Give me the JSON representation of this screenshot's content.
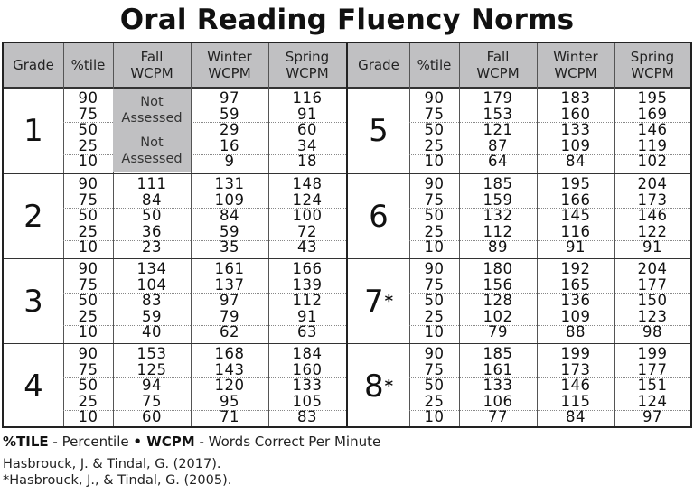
{
  "title": "Oral Reading Fluency Norms",
  "headers": {
    "grade": "Grade",
    "percentile": "%tile",
    "fall": [
      "Fall",
      "WCPM"
    ],
    "winter": [
      "Winter",
      "WCPM"
    ],
    "spring": [
      "Spring",
      "WCPM"
    ]
  },
  "percentiles": [
    "90",
    "75",
    "50",
    "25",
    "10"
  ],
  "not_assessed": [
    "Not",
    "Assessed"
  ],
  "left_grades": [
    {
      "grade": "1",
      "star": "",
      "fall": null,
      "winter": [
        "97",
        "59",
        "29",
        "16",
        "9"
      ],
      "spring": [
        "116",
        "91",
        "60",
        "34",
        "18"
      ]
    },
    {
      "grade": "2",
      "star": "",
      "fall": [
        "111",
        "84",
        "50",
        "36",
        "23"
      ],
      "winter": [
        "131",
        "109",
        "84",
        "59",
        "35"
      ],
      "spring": [
        "148",
        "124",
        "100",
        "72",
        "43"
      ]
    },
    {
      "grade": "3",
      "star": "",
      "fall": [
        "134",
        "104",
        "83",
        "59",
        "40"
      ],
      "winter": [
        "161",
        "137",
        "97",
        "79",
        "62"
      ],
      "spring": [
        "166",
        "139",
        "112",
        "91",
        "63"
      ]
    },
    {
      "grade": "4",
      "star": "",
      "fall": [
        "153",
        "125",
        "94",
        "75",
        "60"
      ],
      "winter": [
        "168",
        "143",
        "120",
        "95",
        "71"
      ],
      "spring": [
        "184",
        "160",
        "133",
        "105",
        "83"
      ]
    }
  ],
  "right_grades": [
    {
      "grade": "5",
      "star": "",
      "fall": [
        "179",
        "153",
        "121",
        "87",
        "64"
      ],
      "winter": [
        "183",
        "160",
        "133",
        "109",
        "84"
      ],
      "spring": [
        "195",
        "169",
        "146",
        "119",
        "102"
      ]
    },
    {
      "grade": "6",
      "star": "",
      "fall": [
        "185",
        "159",
        "132",
        "112",
        "89"
      ],
      "winter": [
        "195",
        "166",
        "145",
        "116",
        "91"
      ],
      "spring": [
        "204",
        "173",
        "146",
        "122",
        "91"
      ]
    },
    {
      "grade": "7",
      "star": "*",
      "fall": [
        "180",
        "156",
        "128",
        "102",
        "79"
      ],
      "winter": [
        "192",
        "165",
        "136",
        "109",
        "88"
      ],
      "spring": [
        "204",
        "177",
        "150",
        "123",
        "98"
      ]
    },
    {
      "grade": "8",
      "star": "*",
      "fall": [
        "185",
        "161",
        "133",
        "106",
        "77"
      ],
      "winter": [
        "199",
        "173",
        "146",
        "115",
        "84"
      ],
      "spring": [
        "199",
        "177",
        "151",
        "124",
        "97"
      ]
    }
  ],
  "legend": {
    "tile_abbr": "%TILE",
    "tile_def": " - Percentile ",
    "bullet": "•",
    "wcpm_abbr": " WCPM",
    "wcpm_def": " - Words Correct Per Minute"
  },
  "citations": [
    "Hasbrouck, J. & Tindal, G. (2017).",
    "*Hasbrouck, J., & Tindal, G. (2005)."
  ],
  "colors": {
    "header_bg": "#c0c0c2",
    "not_assessed_bg": "#c0c0c2",
    "border": "#222222"
  }
}
